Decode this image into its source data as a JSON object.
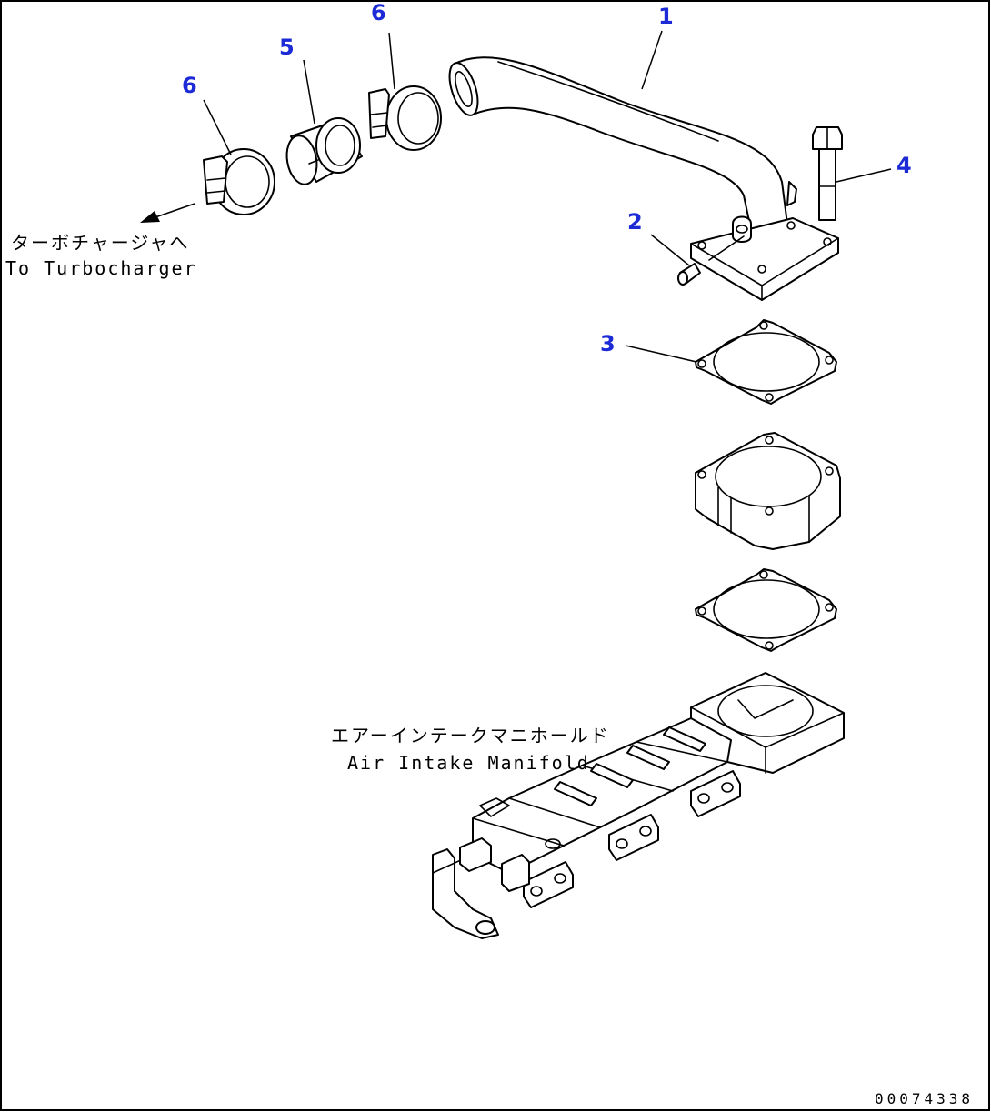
{
  "callouts": {
    "pipe": "1",
    "plug": "2",
    "gasket": "3",
    "bolt": "4",
    "hose": "5",
    "clamp_upper": "6",
    "clamp_lower": "6"
  },
  "labels": {
    "turbo_jp": "ターボチャージャへ",
    "turbo_en": "To Turbocharger",
    "manifold_jp": "エアーインテークマニホールド",
    "manifold_en": "Air Intake Manifold"
  },
  "drawing_number": "00074338",
  "colors": {
    "callout": "#1c2bd6",
    "line": "#000000",
    "background": "#ffffff"
  }
}
